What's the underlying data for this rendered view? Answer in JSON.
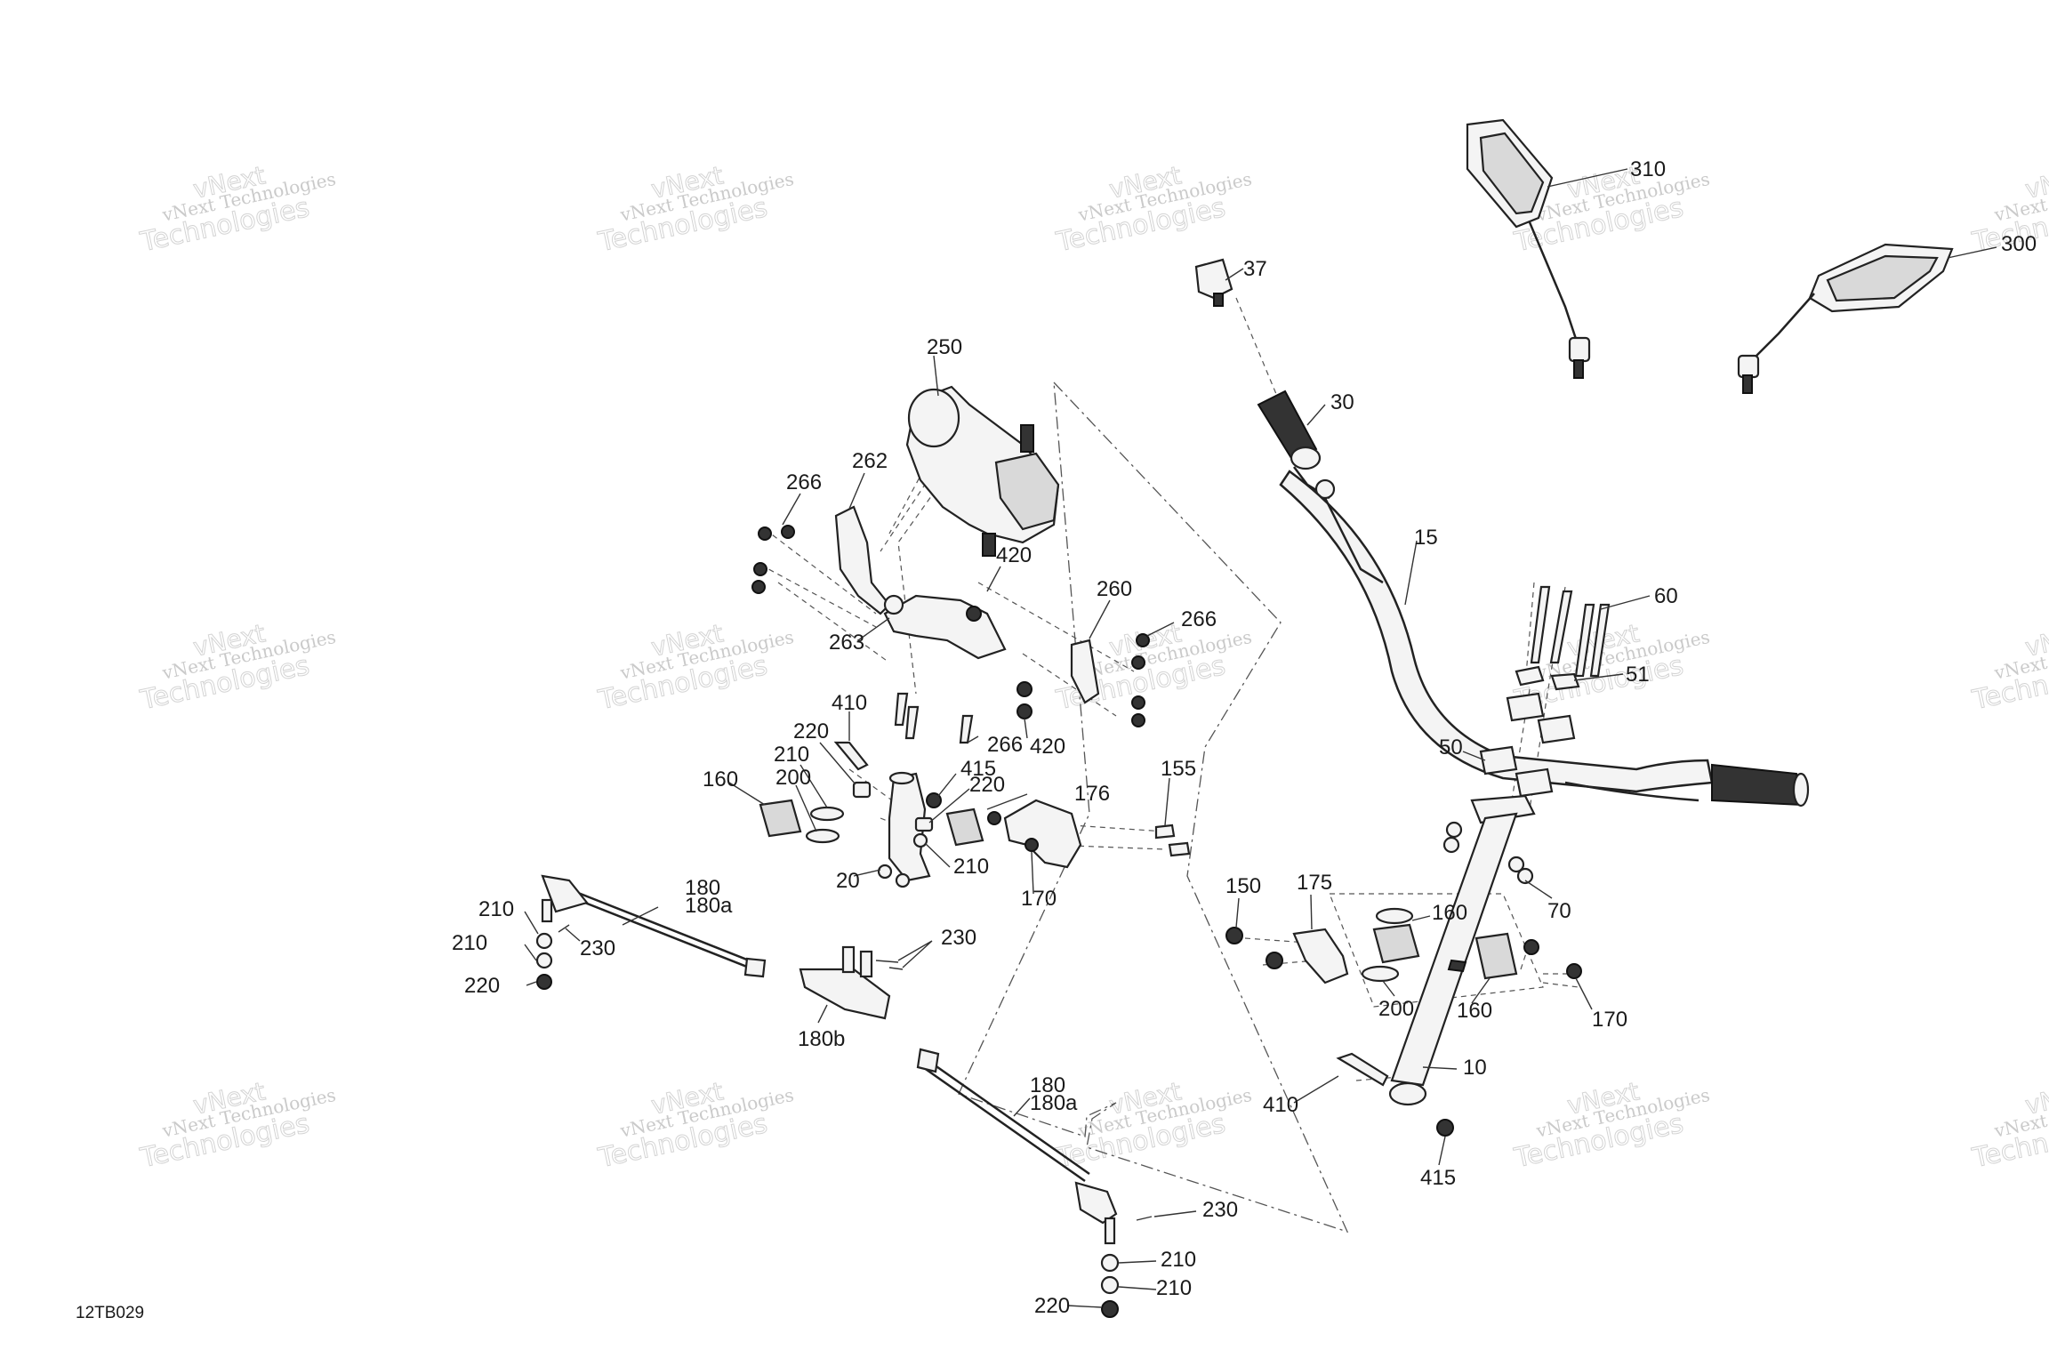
{
  "diagram_code": "12TB029",
  "watermark": {
    "line1": "vNext Technologies",
    "line2": "vNext",
    "line3": "Technologies"
  },
  "callouts": {
    "c10": "10",
    "c15": "15",
    "c20": "20",
    "c30": "30",
    "c37": "37",
    "c50": "50",
    "c51": "51",
    "c60": "60",
    "c70": "70",
    "c150": "150",
    "c155": "155",
    "c160a": "160",
    "c160b": "160",
    "c160c": "160",
    "c170a": "170",
    "c170b": "170",
    "c175": "175",
    "c176": "176",
    "c180a": "180",
    "c180a_sub": "180a",
    "c180b": "180b",
    "c180c": "180",
    "c180c_sub": "180a",
    "c200a": "200",
    "c200b": "200",
    "c210a": "210",
    "c210b": "210",
    "c210c": "210",
    "c210d": "210",
    "c210e": "210",
    "c210f": "210",
    "c220a": "220",
    "c220b": "220",
    "c220c": "220",
    "c220d": "220",
    "c230a": "230",
    "c230b": "230",
    "c230c": "230",
    "c250": "250",
    "c260": "260",
    "c262": "262",
    "c263": "263",
    "c266a": "266",
    "c266b": "266",
    "c266c": "266",
    "c300": "300",
    "c310": "310",
    "c410a": "410",
    "c410b": "410",
    "c415a": "415",
    "c415b": "415",
    "c420a": "420",
    "c420b": "420"
  }
}
